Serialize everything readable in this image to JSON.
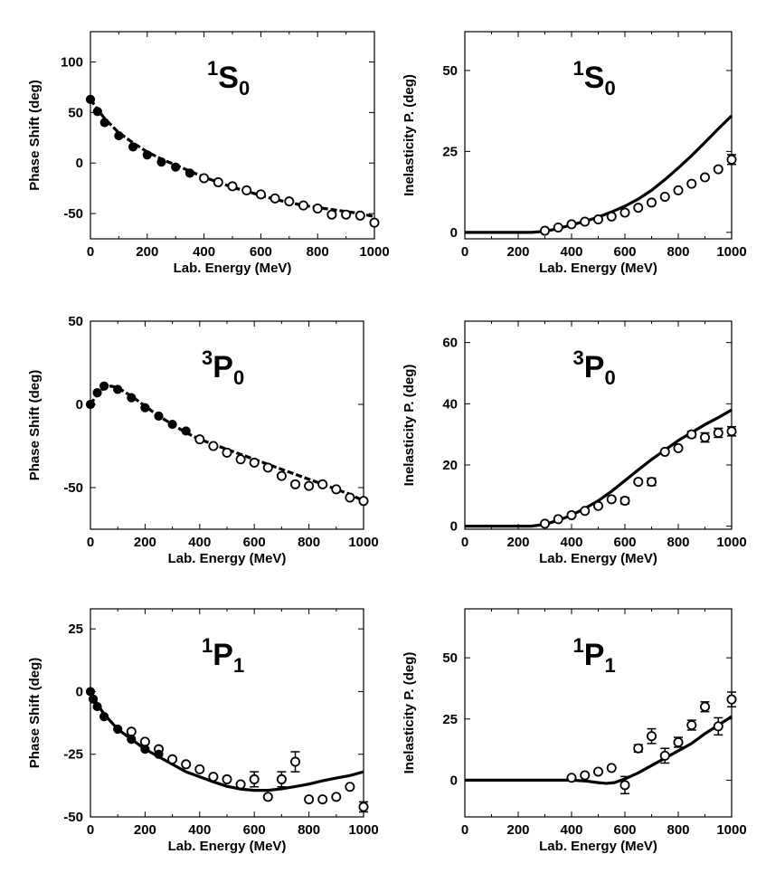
{
  "chart_data": [
    {
      "type": "scatter",
      "panel": "1S0-phase",
      "title": {
        "sup": "1",
        "main": "S",
        "sub": "0"
      },
      "xlabel": "Lab. Energy (MeV)",
      "ylabel": "Phase Shift (deg)",
      "xlim": [
        0,
        1000
      ],
      "ylim": [
        -75,
        130
      ],
      "xticks": [
        0,
        200,
        400,
        600,
        800,
        1000
      ],
      "yticks": [
        -50,
        0,
        50,
        100
      ],
      "curve": {
        "style": "dashed",
        "x": [
          0,
          20,
          50,
          100,
          150,
          200,
          250,
          300,
          350,
          400,
          450,
          500,
          550,
          600,
          650,
          700,
          750,
          800,
          850,
          900,
          950,
          1000
        ],
        "y": [
          63,
          55,
          44,
          30,
          20,
          11,
          4,
          -2,
          -8,
          -14,
          -19,
          -24,
          -28,
          -32,
          -36,
          -39,
          -42,
          -44,
          -46,
          -48,
          -50,
          -53
        ]
      },
      "filled": {
        "x": [
          0,
          25,
          50,
          100,
          150,
          200,
          250,
          300,
          350
        ],
        "y": [
          63,
          51,
          40,
          27,
          16,
          8,
          1,
          -4,
          -10
        ]
      },
      "open": {
        "x": [
          400,
          450,
          500,
          550,
          600,
          650,
          700,
          750,
          800,
          850,
          900,
          950,
          1000
        ],
        "y": [
          -15,
          -19,
          -23,
          -27,
          -31,
          -35,
          -38,
          -42,
          -45,
          -51,
          -51,
          -52,
          -59
        ],
        "err": [
          0,
          0,
          0,
          0,
          0,
          0,
          0,
          0,
          0,
          0,
          0,
          0,
          0
        ]
      }
    },
    {
      "type": "scatter",
      "panel": "1S0-inelasticity",
      "title": {
        "sup": "1",
        "main": "S",
        "sub": "0"
      },
      "xlabel": "Lab. Energy (MeV)",
      "ylabel": "Inelasticity P. (deg)",
      "xlim": [
        0,
        1000
      ],
      "ylim": [
        -2,
        62
      ],
      "xticks": [
        0,
        200,
        400,
        600,
        800,
        1000
      ],
      "yticks": [
        0,
        25,
        50
      ],
      "curve": {
        "style": "solid",
        "x": [
          0,
          250,
          300,
          350,
          400,
          450,
          500,
          550,
          600,
          650,
          700,
          750,
          800,
          850,
          900,
          950,
          1000
        ],
        "y": [
          0,
          0,
          0.3,
          1.2,
          2.3,
          3.4,
          4.7,
          6.3,
          8.1,
          10.3,
          13,
          16.3,
          19.9,
          23.7,
          27.8,
          32,
          36
        ]
      },
      "filled": {
        "x": [],
        "y": []
      },
      "open": {
        "x": [
          300,
          350,
          400,
          450,
          500,
          550,
          600,
          650,
          700,
          750,
          800,
          850,
          900,
          950,
          1000
        ],
        "y": [
          0.5,
          1.5,
          2.5,
          3.3,
          4,
          4.9,
          6.1,
          7.6,
          9.2,
          11,
          13,
          15,
          17,
          19.5,
          22.5
        ],
        "err": [
          0,
          0,
          0,
          0,
          0,
          0,
          0,
          0,
          0,
          0,
          0,
          0,
          0,
          0,
          1.5
        ]
      }
    },
    {
      "type": "scatter",
      "panel": "3P0-phase",
      "title": {
        "sup": "3",
        "main": "P",
        "sub": "0"
      },
      "xlabel": "Lab. Energy (MeV)",
      "ylabel": "Phase Shift (deg)",
      "xlim": [
        0,
        1000
      ],
      "ylim": [
        -75,
        50
      ],
      "xticks": [
        0,
        200,
        400,
        600,
        800,
        1000
      ],
      "yticks": [
        -50,
        0,
        50
      ],
      "curve": {
        "style": "dashed",
        "x": [
          0,
          25,
          50,
          75,
          100,
          150,
          200,
          250,
          300,
          350,
          400,
          450,
          500,
          550,
          600,
          650,
          700,
          750,
          800,
          850,
          900,
          950,
          1000
        ],
        "y": [
          0,
          6,
          10,
          11,
          10,
          5,
          -1,
          -7,
          -12,
          -17,
          -21,
          -24,
          -27,
          -30,
          -33,
          -36,
          -39,
          -42,
          -45,
          -48,
          -51,
          -54,
          -58
        ]
      },
      "filled": {
        "x": [
          0,
          25,
          50,
          100,
          150,
          200,
          250,
          300,
          350
        ],
        "y": [
          0,
          7,
          11,
          9,
          4,
          -2,
          -7,
          -12,
          -16
        ]
      },
      "open": {
        "x": [
          400,
          450,
          500,
          550,
          600,
          650,
          700,
          750,
          800,
          850,
          900,
          950,
          1000
        ],
        "y": [
          -21,
          -25,
          -29,
          -33,
          -35,
          -38,
          -43,
          -48,
          -49,
          -48,
          -51,
          -56,
          -58
        ],
        "err": [
          0,
          0,
          0,
          0,
          0,
          0,
          0,
          0,
          0,
          0,
          0,
          0,
          0
        ]
      }
    },
    {
      "type": "scatter",
      "panel": "3P0-inelasticity",
      "title": {
        "sup": "3",
        "main": "P",
        "sub": "0"
      },
      "xlabel": "Lab. Energy (MeV)",
      "ylabel": "Inelasticity P. (deg)",
      "xlim": [
        0,
        1000
      ],
      "ylim": [
        -1,
        67
      ],
      "xticks": [
        0,
        200,
        400,
        600,
        800,
        1000
      ],
      "yticks": [
        0,
        20,
        40,
        60
      ],
      "curve": {
        "style": "solid",
        "x": [
          0,
          250,
          300,
          350,
          400,
          450,
          500,
          550,
          600,
          650,
          700,
          750,
          800,
          850,
          900,
          950,
          1000
        ],
        "y": [
          0,
          0,
          0.6,
          1.9,
          3.6,
          5.8,
          8.3,
          11.4,
          14.9,
          18.4,
          21.8,
          24.9,
          28,
          30.6,
          33.2,
          35.5,
          38
        ]
      },
      "filled": {
        "x": [],
        "y": []
      },
      "open": {
        "x": [
          300,
          350,
          400,
          450,
          500,
          550,
          600,
          650,
          700,
          750,
          800,
          850,
          900,
          950,
          1000
        ],
        "y": [
          0.8,
          2.3,
          3.6,
          5,
          6.6,
          8.8,
          8.3,
          14.5,
          14.5,
          24.3,
          25.5,
          30,
          29,
          30.5,
          31
        ],
        "err": [
          0,
          0,
          0,
          0,
          0,
          0,
          1,
          0,
          1.2,
          0,
          0,
          1,
          1.5,
          1.5,
          1.5
        ]
      }
    },
    {
      "type": "scatter",
      "panel": "1P1-phase",
      "title": {
        "sup": "1",
        "main": "P",
        "sub": "1"
      },
      "xlabel": "Lab. Energy (MeV)",
      "ylabel": "Phase Shift (deg)",
      "xlim": [
        0,
        1000
      ],
      "ylim": [
        -50,
        33
      ],
      "xticks": [
        0,
        200,
        400,
        600,
        800,
        1000
      ],
      "yticks": [
        -50,
        -25,
        0,
        25
      ],
      "curve": {
        "style": "solid",
        "x": [
          0,
          25,
          50,
          100,
          150,
          200,
          250,
          300,
          350,
          400,
          450,
          500,
          550,
          600,
          650,
          700,
          750,
          800,
          850,
          900,
          950,
          1000
        ],
        "y": [
          0,
          -5,
          -9,
          -15,
          -19,
          -23,
          -26,
          -29,
          -32,
          -34,
          -36,
          -37.8,
          -38.9,
          -39.4,
          -39.4,
          -38.8,
          -37.9,
          -36.9,
          -35.6,
          -34.5,
          -33.5,
          -32
        ]
      },
      "filled": {
        "x": [
          0,
          10,
          25,
          50,
          100,
          150,
          200,
          250
        ],
        "y": [
          0,
          -3,
          -6,
          -10,
          -15,
          -19,
          -23,
          -25
        ]
      },
      "open": {
        "x": [
          150,
          200,
          250,
          300,
          350,
          400,
          450,
          500,
          550,
          600,
          650,
          700,
          750,
          800,
          850,
          900,
          950,
          1000
        ],
        "y": [
          -16,
          -20,
          -23,
          -27,
          -29,
          -31,
          -34,
          -35,
          -37,
          -35,
          -42,
          -35,
          -28,
          -43,
          -43,
          -42,
          -38,
          -46
        ],
        "err": [
          0,
          0,
          0,
          0,
          0,
          0,
          0,
          0,
          0,
          3,
          0,
          3,
          4,
          0,
          0,
          0,
          0,
          2
        ]
      }
    },
    {
      "type": "scatter",
      "panel": "1P1-inelasticity",
      "title": {
        "sup": "1",
        "main": "P",
        "sub": "1"
      },
      "xlabel": "Lab. Energy (MeV)",
      "ylabel": "Inelasticity P. (deg)",
      "xlim": [
        0,
        1000
      ],
      "ylim": [
        -15,
        70
      ],
      "xticks": [
        0,
        200,
        400,
        600,
        800,
        1000
      ],
      "yticks": [
        0,
        25,
        50
      ],
      "curve": {
        "style": "solid",
        "x": [
          0,
          400,
          450,
          500,
          530,
          560,
          600,
          650,
          700,
          750,
          800,
          850,
          900,
          950,
          1000
        ],
        "y": [
          0,
          0,
          -0.3,
          -1,
          -1.3,
          -1,
          0.5,
          3,
          6,
          9,
          12,
          15,
          19,
          22.5,
          26
        ]
      },
      "filled": {
        "x": [],
        "y": []
      },
      "open": {
        "x": [
          400,
          450,
          500,
          550,
          600,
          650,
          700,
          750,
          800,
          850,
          900,
          950,
          1000
        ],
        "y": [
          1,
          2,
          3.5,
          5,
          -2,
          13,
          18,
          10,
          15.5,
          22.5,
          30,
          22,
          33
        ],
        "err": [
          0,
          0,
          0,
          0,
          3.5,
          1.5,
          3,
          3,
          2,
          2,
          2,
          3.5,
          3
        ]
      }
    }
  ]
}
